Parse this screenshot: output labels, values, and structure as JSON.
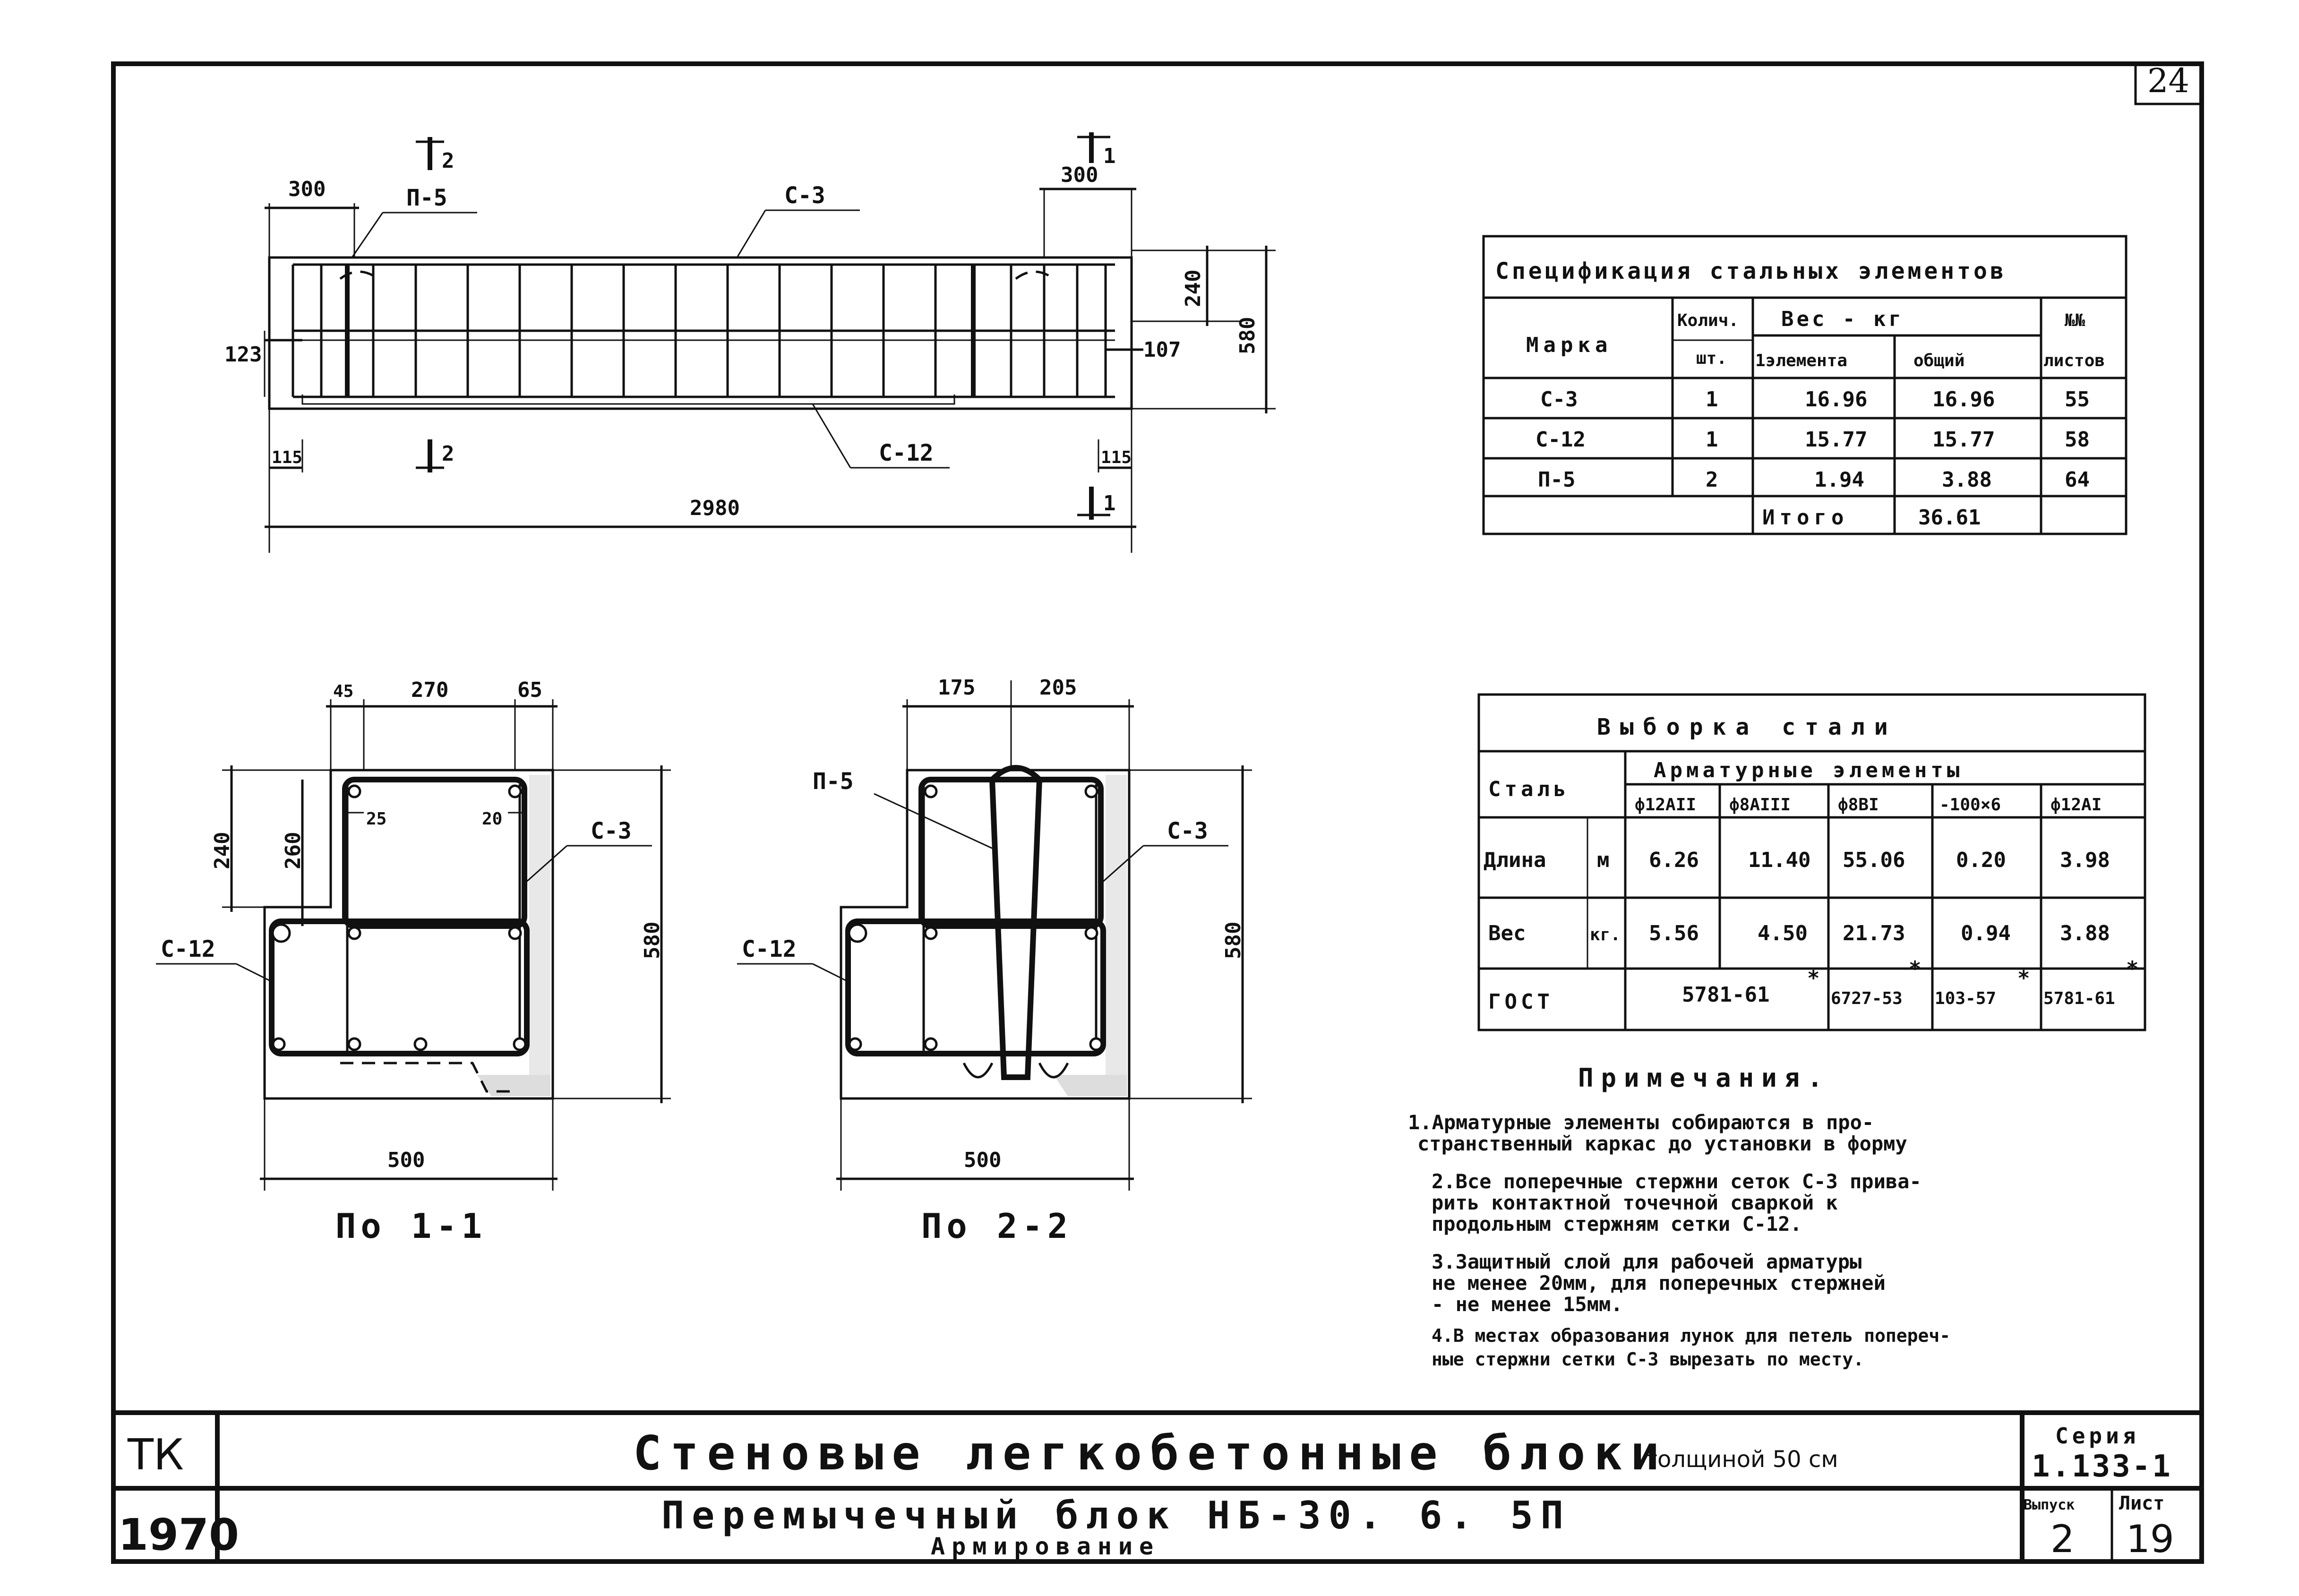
{
  "sheet_number": "24",
  "elevation": {
    "dims": {
      "left_end": "300",
      "right_end": "300",
      "upper_height": "240",
      "total_height": "580",
      "left_offset": "123",
      "right_offset": "107",
      "left_cut": "115",
      "right_cut": "115",
      "length": "2980"
    },
    "labels": {
      "p5": "П-5",
      "c3": "С-3",
      "c12": "С-12"
    },
    "section_marks": {
      "s1": "1",
      "s2": "2"
    }
  },
  "spec_table": {
    "title": "Спецификация стальных элементов",
    "headers": {
      "mark": "Марка",
      "qty": "Колич.",
      "qty_unit": "шт.",
      "weight": "Вес - кг",
      "weight_element": "1элемента",
      "weight_total": "общий",
      "sheets": "№№",
      "sheets2": "листов"
    },
    "rows": [
      {
        "mark": "С-3",
        "qty": "1",
        "element": "16.96",
        "total": "16.96",
        "sheet": "55"
      },
      {
        "mark": "С-12",
        "qty": "1",
        "element": "15.77",
        "total": "15.77",
        "sheet": "58"
      },
      {
        "mark": "П-5",
        "qty": "2",
        "element": "1.94",
        "total": "3.88",
        "sheet": "64"
      }
    ],
    "total_label": "Итого",
    "total_value": "36.61"
  },
  "steel_table": {
    "title": "Выборка стали",
    "steel_label": "Сталь",
    "elements_label": "Арматурные элементы",
    "columns": [
      "ф12АII",
      "ф8АIII",
      "ф8ВI",
      "-100×6",
      "ф12АI"
    ],
    "rows": [
      {
        "label": "Длина",
        "unit": "м",
        "values": [
          "6.26",
          "11.40",
          "55.06",
          "0.20",
          "3.98"
        ]
      },
      {
        "label": "Вес",
        "unit": "кг.",
        "values": [
          "5.56",
          "4.50",
          "21.73",
          "0.94",
          "3.88"
        ]
      }
    ],
    "gost_label": "ГОСТ",
    "gost_values": [
      "5781-61",
      "6727-53",
      "103-57",
      "5781-61"
    ],
    "star": "*"
  },
  "notes": {
    "title": "Примечания.",
    "lines": [
      "1.Арматурные элементы собираются в про-",
      "странственный каркас до установки в форму",
      "2.Все поперечные стержни сеток С-3 прива-",
      "рить контактной точечной сваркой к",
      "продольным стержням сетки С-12.",
      "3.Защитный слой для рабочей арматуры",
      "не менее 20мм, для поперечных стержней",
      "- не менее 15мм.",
      "4.В местах образования лунок для петель попереч-",
      "ные стержни сетки С-3 вырезать по месту."
    ]
  },
  "section1": {
    "dims": {
      "d45": "45",
      "d270": "270",
      "d65": "65",
      "d240": "240",
      "d260": "260",
      "d25": "25",
      "d20": "20",
      "d580": "580",
      "d500": "500"
    },
    "labels": {
      "c3": "С-3",
      "c12": "С-12"
    },
    "caption": "По 1-1"
  },
  "section2": {
    "dims": {
      "d175": "175",
      "d205": "205",
      "d580": "580",
      "d500": "500"
    },
    "labels": {
      "p5": "П-5",
      "c3": "С-3",
      "c12": "С-12"
    },
    "caption": "По 2-2"
  },
  "title_block": {
    "tk": "ТК",
    "year": "1970",
    "title": "Стеновые легкобетонные блоки",
    "title_suffix": "толщиной 50 см",
    "subtitle": "Перемычечный блок НБ-30. 6. 5П",
    "subtitle2": "Армирование",
    "series_label": "Серия",
    "series_value": "1.133-1",
    "issue_label": "Выпуск",
    "issue_value": "2",
    "sheet_label": "Лист",
    "sheet_value": "19"
  }
}
